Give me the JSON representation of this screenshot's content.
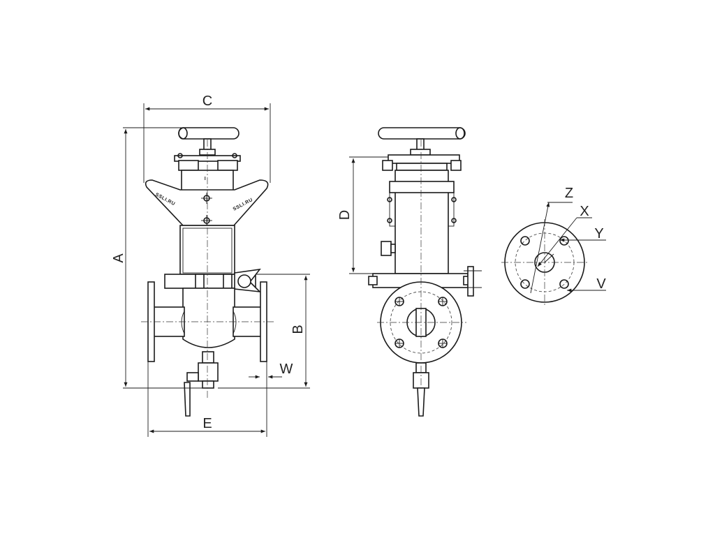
{
  "dimensions": {
    "a": "A",
    "b": "B",
    "c": "C",
    "d": "D",
    "e": "E",
    "w": "W",
    "v": "V",
    "x": "X",
    "y": "Y",
    "z": "Z"
  },
  "labels": {
    "brand": "SSLI.RU",
    "small_left": "SSLI.RU",
    "small_right": "SSLI.RU",
    "marker": "I"
  }
}
